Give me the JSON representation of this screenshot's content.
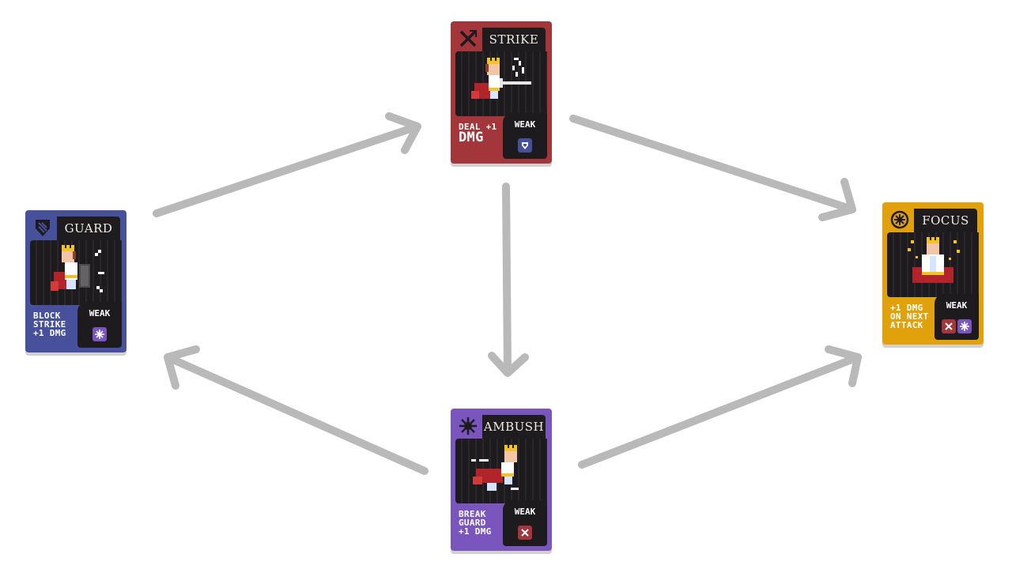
{
  "colors": {
    "arrow": "#b9b9b9",
    "strike": "#a3363b",
    "guard": "#47509b",
    "focus": "#e1a10a",
    "ambush": "#7a55bd",
    "panel": "#1e1b1f"
  },
  "cards": {
    "strike": {
      "title": "STRIKE",
      "icon": "crossed-swords-icon",
      "effect_line1": "DEAL +1",
      "effect_line2": "DMG",
      "weak_label": "WEAK",
      "weak_icons": [
        "shield-icon"
      ]
    },
    "guard": {
      "title": "GUARD",
      "icon": "shield-icon",
      "effect_line1": "BLOCK",
      "effect_line2": "STRIKE",
      "effect_line3": "+1 DMG",
      "weak_label": "WEAK",
      "weak_icons": [
        "burst-icon"
      ]
    },
    "focus": {
      "title": "FOCUS",
      "icon": "sun-burst-icon",
      "effect_line1": "+1 DMG",
      "effect_line2": "ON NEXT",
      "effect_line3": "ATTACK",
      "weak_label": "WEAK",
      "weak_icons": [
        "crossed-swords-icon",
        "burst-icon"
      ]
    },
    "ambush": {
      "title": "AMBUSH",
      "icon": "ambush-burst-icon",
      "effect_line1": "BREAK",
      "effect_line2": "GUARD",
      "effect_line3": "+1 DMG",
      "weak_label": "WEAK",
      "weak_icons": [
        "crossed-swords-icon"
      ]
    }
  },
  "edges": [
    {
      "from": "guard",
      "to": "strike"
    },
    {
      "from": "strike",
      "to": "focus"
    },
    {
      "from": "strike",
      "to": "ambush"
    },
    {
      "from": "ambush",
      "to": "guard"
    },
    {
      "from": "ambush",
      "to": "focus"
    }
  ]
}
